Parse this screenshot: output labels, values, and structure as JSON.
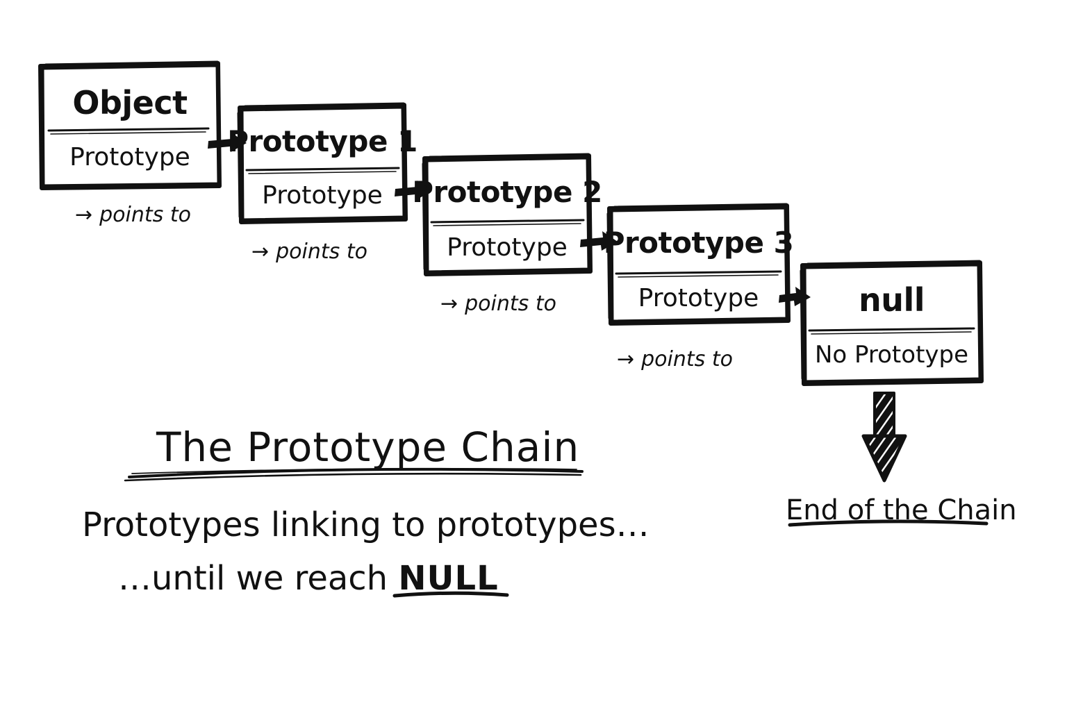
{
  "diagram": {
    "title": "The Prototype Chain",
    "background_color": "#ffffff",
    "ink_color": "#111111",
    "nodes": [
      {
        "id": "object",
        "title": "Object",
        "subtitle": "Prototype"
      },
      {
        "id": "prototype-1",
        "title": "Prototype 1",
        "subtitle": "Prototype"
      },
      {
        "id": "prototype-2",
        "title": "Prototype 2",
        "subtitle": "Prototype"
      },
      {
        "id": "prototype-3",
        "title": "Prototype 3",
        "subtitle": "Prototype"
      },
      {
        "id": "null",
        "title": "null",
        "subtitle": "No Prototype"
      }
    ],
    "pointer_labels": [
      {
        "arrow": "→",
        "text": "points to"
      },
      {
        "arrow": "→",
        "text": "points to"
      },
      {
        "arrow": "→",
        "text": "points to"
      },
      {
        "arrow": "→",
        "text": "points to"
      }
    ],
    "end_label": "End of the Chain",
    "caption_lines": [
      {
        "text": "Prototypes linking to prototypes…",
        "emphasis": ""
      },
      {
        "prefix": "…until we reach ",
        "emphasis": "NULL"
      }
    ]
  }
}
